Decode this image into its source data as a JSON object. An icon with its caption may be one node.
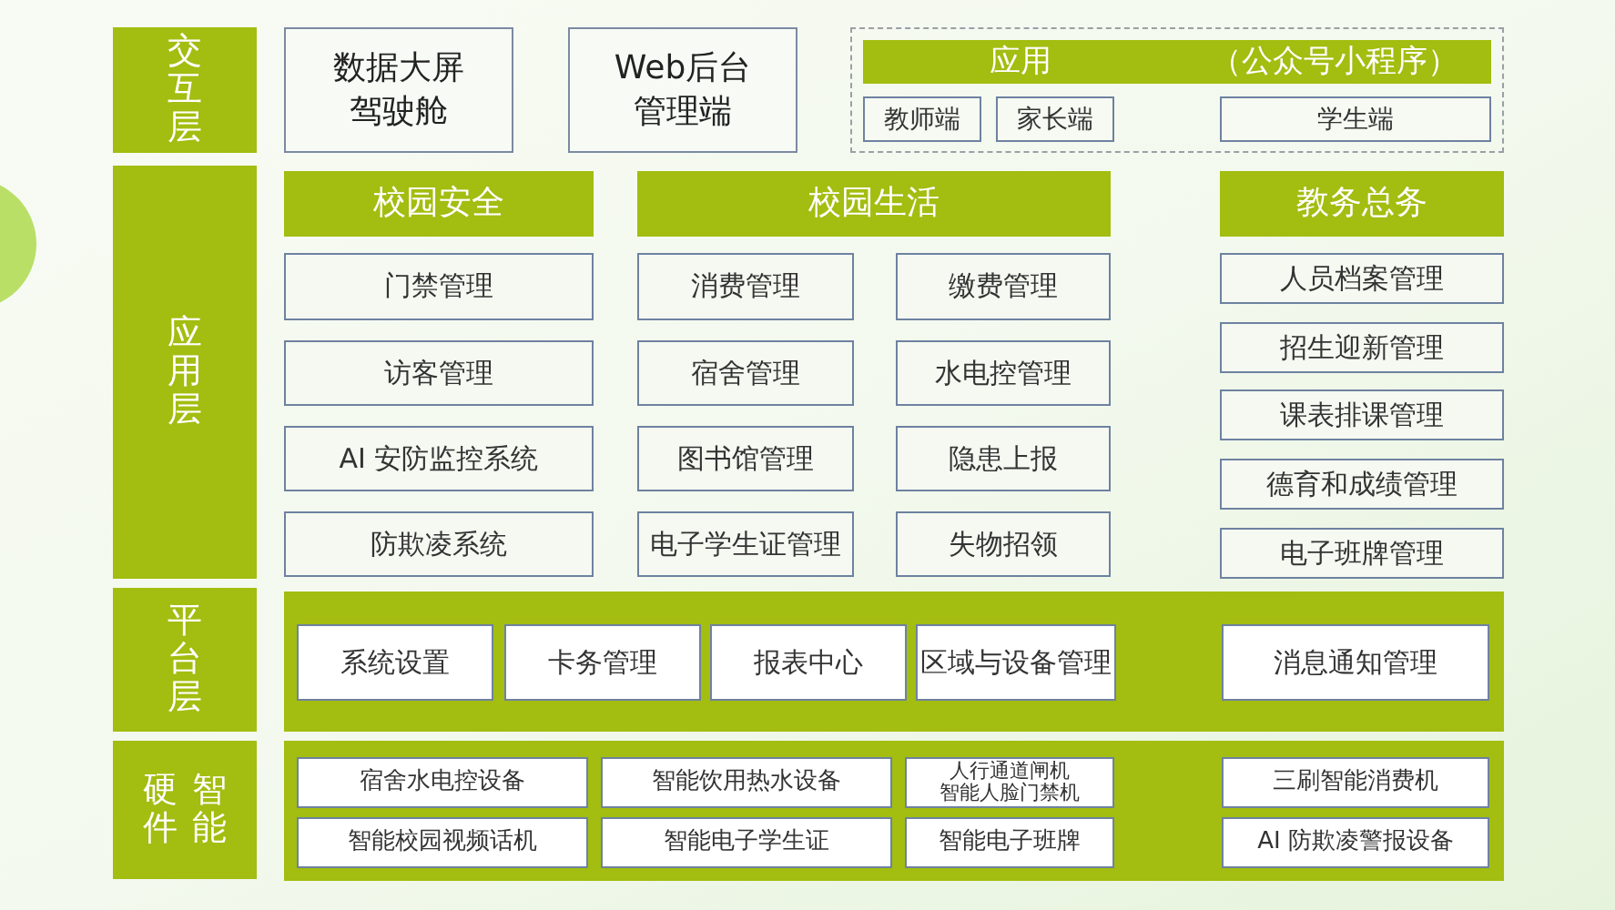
{
  "diagram": {
    "nodes": [
      {
        "text": [
          "交互层"
        ]
      },
      {
        "text": [
          "数据大屏驾驶舱"
        ]
      },
      {
        "text": [
          "Web后台管理端"
        ]
      },
      {
        "text": [],
        "shape": "box"
      },
      {
        "text": [
          "应用",
          "（公众号小程序）"
        ],
        "in": 3
      },
      {
        "text": [
          "教师端"
        ],
        "in": 3
      },
      {
        "text": [
          "家长端"
        ],
        "in": 3
      },
      {
        "text": [
          "学生端"
        ],
        "in": 3
      },
      {
        "text": [
          "应用层"
        ]
      },
      {
        "text": [
          "校园安全"
        ]
      },
      {
        "text": [
          "门禁管理"
        ]
      },
      {
        "text": [
          "访客管理"
        ]
      },
      {
        "text": [
          "AI 安防监控系统"
        ]
      },
      {
        "text": [
          "防欺凌系统"
        ]
      },
      {
        "text": [
          "校园生活"
        ]
      },
      {
        "text": [
          "消费管理"
        ]
      },
      {
        "text": [
          "缴费管理"
        ]
      },
      {
        "text": [
          "宿舍管理"
        ]
      },
      {
        "text": [
          "水电控管理"
        ]
      },
      {
        "text": [
          "图书馆管理"
        ]
      },
      {
        "text": [
          "隐患上报"
        ]
      },
      {
        "text": [
          "电子学生证管理"
        ]
      },
      {
        "text": [
          "失物招领"
        ]
      },
      {
        "text": [
          "教务总务"
        ]
      },
      {
        "text": [
          "人员档案管理"
        ]
      },
      {
        "text": [
          "招生迎新管理"
        ]
      },
      {
        "text": [
          "课表排课管理"
        ]
      },
      {
        "text": [
          "德育和成绩管理"
        ]
      },
      {
        "text": [
          "电子班牌管理"
        ]
      },
      {
        "text": [
          "平台层"
        ]
      },
      {
        "text": [],
        "shape": "box"
      },
      {
        "text": [
          "系统设置"
        ],
        "in": 30
      },
      {
        "text": [
          "卡务管理"
        ],
        "in": 30
      },
      {
        "text": [
          "报表中心"
        ],
        "in": 30
      },
      {
        "text": [
          "区域与设备管理"
        ],
        "in": 30
      },
      {
        "text": [
          "消息通知管理"
        ],
        "in": 30
      },
      {
        "text": [
          "智能硬件"
        ]
      },
      {
        "text": [],
        "shape": "box"
      },
      {
        "text": [
          "宿舍水电控设备"
        ],
        "in": 37
      },
      {
        "text": [
          "智能饮用热水设备"
        ],
        "in": 37
      },
      {
        "text": [
          "人行通道闸机",
          "智能人脸门禁机"
        ],
        "in": 37
      },
      {
        "text": [
          "三刷智能消费机"
        ],
        "in": 37
      },
      {
        "text": [
          "智能校园视频话机"
        ],
        "in": 37
      },
      {
        "text": [
          "智能电子学生证"
        ],
        "in": 37
      },
      {
        "text": [
          "智能电子班牌"
        ],
        "in": 37
      },
      {
        "text": [
          "AI 防欺凌警报设备"
        ],
        "in": 37
      }
    ]
  }
}
